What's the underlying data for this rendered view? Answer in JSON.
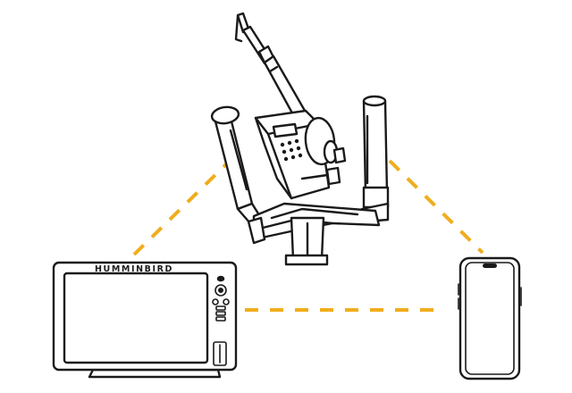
{
  "colors": {
    "link": "#f0ad1c",
    "outline": "#1a1a1a",
    "background": "#ffffff"
  },
  "diagram": {
    "nodes": [
      {
        "id": "downrigger",
        "icon": "downrigger-icon"
      },
      {
        "id": "fish-finder",
        "icon": "fish-finder-display-icon",
        "brand_label": "HUMMINBIRD"
      },
      {
        "id": "smartphone",
        "icon": "smartphone-icon"
      }
    ],
    "links": [
      {
        "from": "fish-finder",
        "to": "downrigger",
        "style": "dashed"
      },
      {
        "from": "downrigger",
        "to": "smartphone",
        "style": "dashed"
      },
      {
        "from": "fish-finder",
        "to": "smartphone",
        "style": "dashed"
      }
    ]
  }
}
